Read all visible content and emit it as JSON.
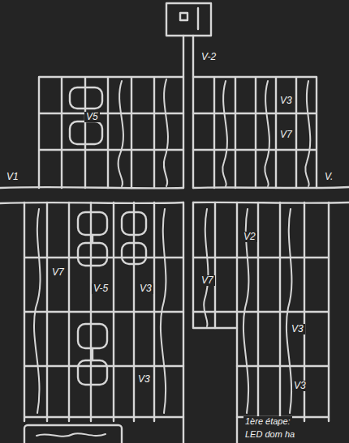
{
  "diagram": {
    "labels": [
      "V-2",
      "V1",
      "V.",
      "V5",
      "V3",
      "V7",
      "V7",
      "V-5",
      "V3",
      "V7",
      "V2",
      "V3",
      "V3",
      "V3",
      "1ère étape:",
      "LED dom ha"
    ]
  }
}
